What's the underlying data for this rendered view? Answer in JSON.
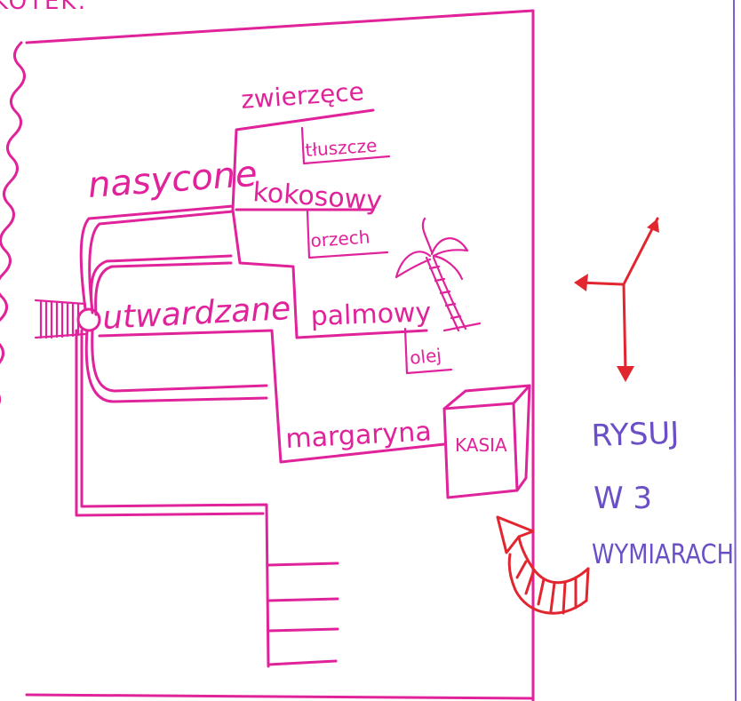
{
  "colors": {
    "pink": "#e0239b",
    "red": "#e2262f",
    "violet": "#6a4fc6",
    "background": "#ffffff"
  },
  "top_text": "KOTEK:",
  "mindmap": {
    "center": "utwardzane",
    "branch_top": "nasycone",
    "sub": {
      "animal": "zwierzęce",
      "fats": "tłuszcze",
      "coconut": "kokosowy",
      "nut": "orzech",
      "palm": "palmowy",
      "oil": "olej"
    },
    "margarine": "margaryna",
    "box_label": "KASIA"
  },
  "note": {
    "line1": "RYSUJ",
    "line2": "W 3",
    "line3": "WYMIARACH"
  }
}
